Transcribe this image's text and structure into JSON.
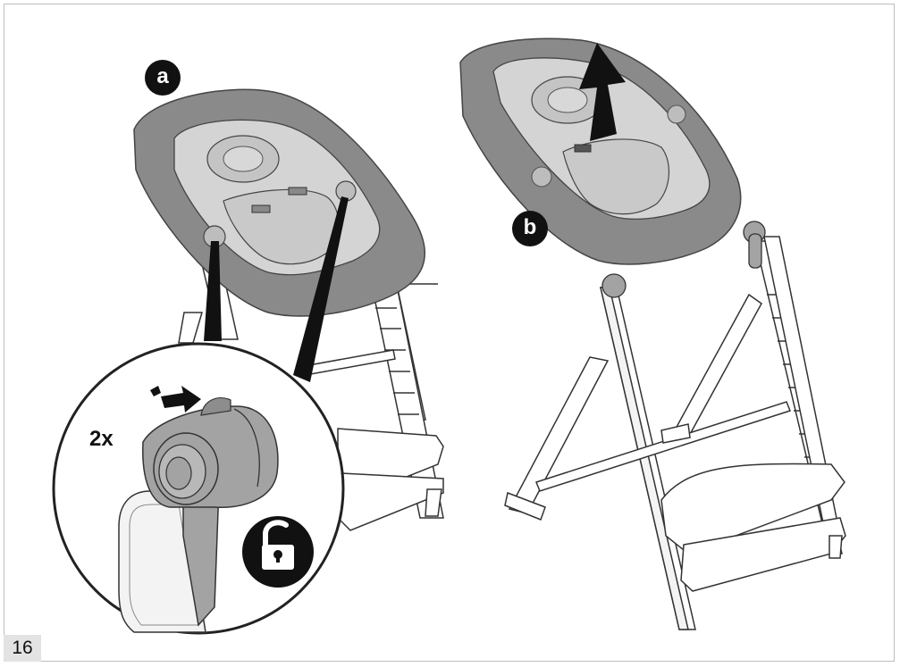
{
  "page_number": "16",
  "steps": [
    {
      "label": "a"
    },
    {
      "label": "b"
    }
  ],
  "detail": {
    "press_count": "2x",
    "icon": "unlock-icon",
    "arrow_icon": "push-arrow-icon"
  },
  "lift_icon": "lift-arrow-icon",
  "colors": {
    "frame_dark": "#8a8a8a",
    "seat_light": "#d4d4d4",
    "knob": "#a3a3a3",
    "line": "#333333",
    "badge": "#111111"
  }
}
